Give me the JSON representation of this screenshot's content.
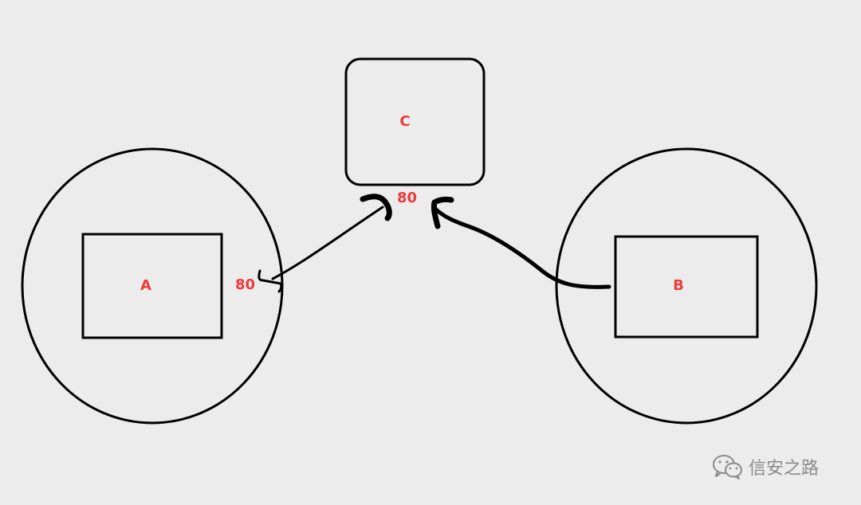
{
  "nodes": {
    "a": {
      "label": "A"
    },
    "b": {
      "label": "B"
    },
    "c": {
      "label": "C"
    }
  },
  "ports": {
    "a_port": "80",
    "c_port": "80"
  },
  "watermark": {
    "text": "信安之路",
    "icon": "wechat-icon"
  },
  "colors": {
    "background": "#ececec",
    "label": "#ee3b3b",
    "stroke": "#000000",
    "watermark": "#8a8a8a"
  }
}
